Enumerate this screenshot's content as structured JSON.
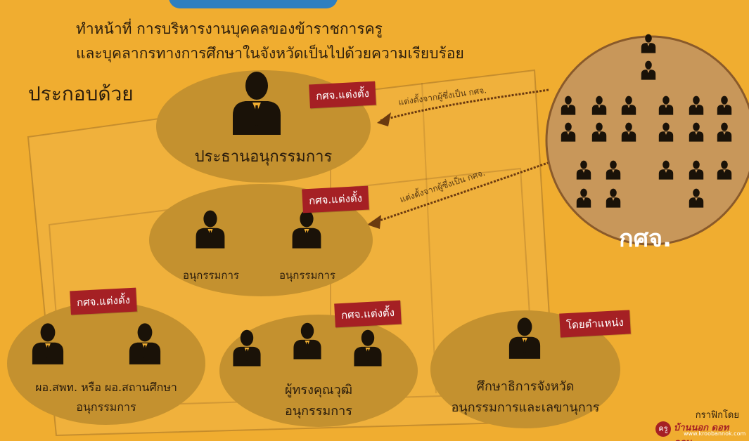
{
  "header": {
    "line1": "ทำหน้าที่ การบริหารงานบุคคลของข้าราชการครู",
    "line2": "และบุคลากรทางการศึกษาในจังหวัดเป็นไปด้วยความเรียบร้อย"
  },
  "subtitle": "ประกอบด้วย",
  "groups": {
    "chair": {
      "badge": "กศจ.แต่งตั้ง",
      "label": "ประธานอนุกรรมการ"
    },
    "committee": {
      "badge": "กศจ.แต่งตั้ง",
      "label_left": "อนุกรรมการ",
      "label_right": "อนุกรรมการ"
    },
    "directors": {
      "badge": "กศจ.แต่งตั้ง",
      "label_line1": "ผอ.สพท. หรือ ผอ.สถานศึกษา",
      "label_line2": "อนุกรรมการ"
    },
    "experts": {
      "badge": "กศจ.แต่งตั้ง",
      "label_line1": "ผู้ทรงคุณวุฒิ",
      "label_line2": "อนุกรรมการ"
    },
    "official": {
      "badge": "โดยตำแหน่ง",
      "label_line1": "ศึกษาธิการจังหวัด",
      "label_line2": "อนุกรรมการและเลขานุการ"
    }
  },
  "arrows": {
    "top": "แต่งตั้งจากผู้ซึ่งเป็น กศจ.",
    "middle": "แต่งตั้งจากผู้ซึ่งเป็น กศจ."
  },
  "council_label": "กศจ.",
  "credit": {
    "by": "กราฟิกโดย",
    "logo_mark": "ครู",
    "logo_text": "บ้านนอก ดอทคอม",
    "logo_url": "www.kroobannok.com"
  },
  "colors": {
    "background": "#f0ad30",
    "ellipse": "#c4912f",
    "council_circle": "#c8975a",
    "badge": "#a52024",
    "person": "#1a1208"
  }
}
